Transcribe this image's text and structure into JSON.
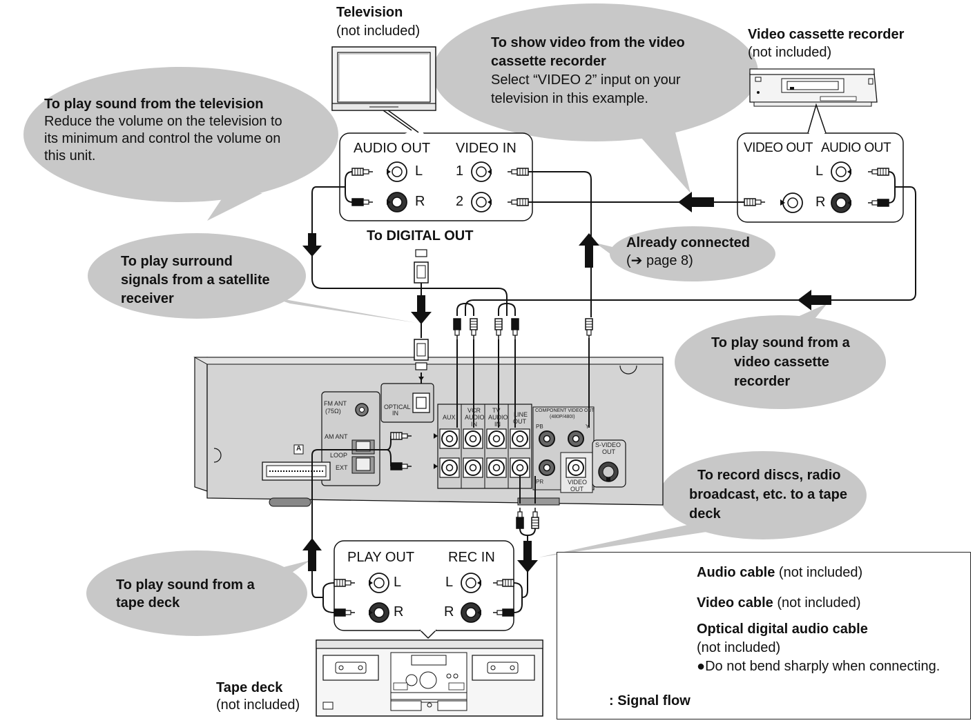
{
  "devices": {
    "television": {
      "name": "Television",
      "note": "(not included)"
    },
    "vcr": {
      "name": "Video cassette recorder",
      "note": "(not included)"
    },
    "tape_deck": {
      "name": "Tape deck",
      "note": "(not included)"
    }
  },
  "panels": {
    "tv": {
      "audio_out": "AUDIO OUT",
      "video_in": "VIDEO IN",
      "l": "L",
      "r": "R",
      "in1": "1",
      "in2": "2"
    },
    "vcr": {
      "video_out": "VIDEO OUT",
      "audio_out": "AUDIO OUT",
      "l": "L",
      "r": "R"
    },
    "tape": {
      "play_out": "PLAY OUT",
      "rec_in": "REC IN",
      "l": "L",
      "r": "R"
    }
  },
  "labels": {
    "digital_out": "To DIGITAL OUT",
    "already_connected": "Already connected",
    "already_connected_ref": "(➔ page 8)"
  },
  "callouts": {
    "tv_sound": {
      "title": "To play sound from the television",
      "lines": [
        "Reduce the volume on the television to",
        "its minimum and control the volume on",
        "this unit."
      ]
    },
    "vcr_video": {
      "title": [
        "To show video from the video",
        "cassette recorder"
      ],
      "lines": [
        "Select “VIDEO 2” input on your",
        "television in this example."
      ]
    },
    "satellite": {
      "lines": [
        "To play surround",
        "signals from a satellite",
        "receiver"
      ]
    },
    "vcr_sound": {
      "lines": [
        "To play sound from a",
        "video cassette",
        "recorder"
      ]
    },
    "record": {
      "lines": [
        "To record discs, radio",
        "broadcast, etc. to a tape",
        "deck"
      ]
    },
    "tape_sound": {
      "lines": [
        "To play sound from a",
        "tape deck"
      ]
    }
  },
  "unit_panel": {
    "fm_ant": "FM ANT",
    "fm_ohm": "(75Ω)",
    "am_ant": "AM ANT",
    "loop": "LOOP",
    "ext": "EXT",
    "optical_in": [
      "OPTICAL",
      "IN"
    ],
    "aux": "AUX",
    "vcr_audio_in": [
      "VCR",
      "AUDIO",
      "IN"
    ],
    "tv_audio_in": [
      "TV",
      "AUDIO",
      "IN"
    ],
    "line_out": [
      "LINE",
      "OUT"
    ],
    "component": [
      "COMPONENT VIDEO OUT",
      "(480P/480I)"
    ],
    "pb": "PB",
    "pr": "PR",
    "y": "Y",
    "video_out": [
      "VIDEO",
      "OUT"
    ],
    "svideo_out": [
      "S-VIDEO",
      "OUT"
    ],
    "terminal_a": "A"
  },
  "legend": {
    "audio_cable": {
      "name": "Audio cable",
      "note": " (not included)"
    },
    "video_cable": {
      "name": "Video cable",
      "note": " (not included)"
    },
    "optical_cable": {
      "name": "Optical digital audio cable",
      "note": "(not included)",
      "tip": "●Do not bend sharply when connecting."
    },
    "signal_flow": ": Signal flow"
  }
}
